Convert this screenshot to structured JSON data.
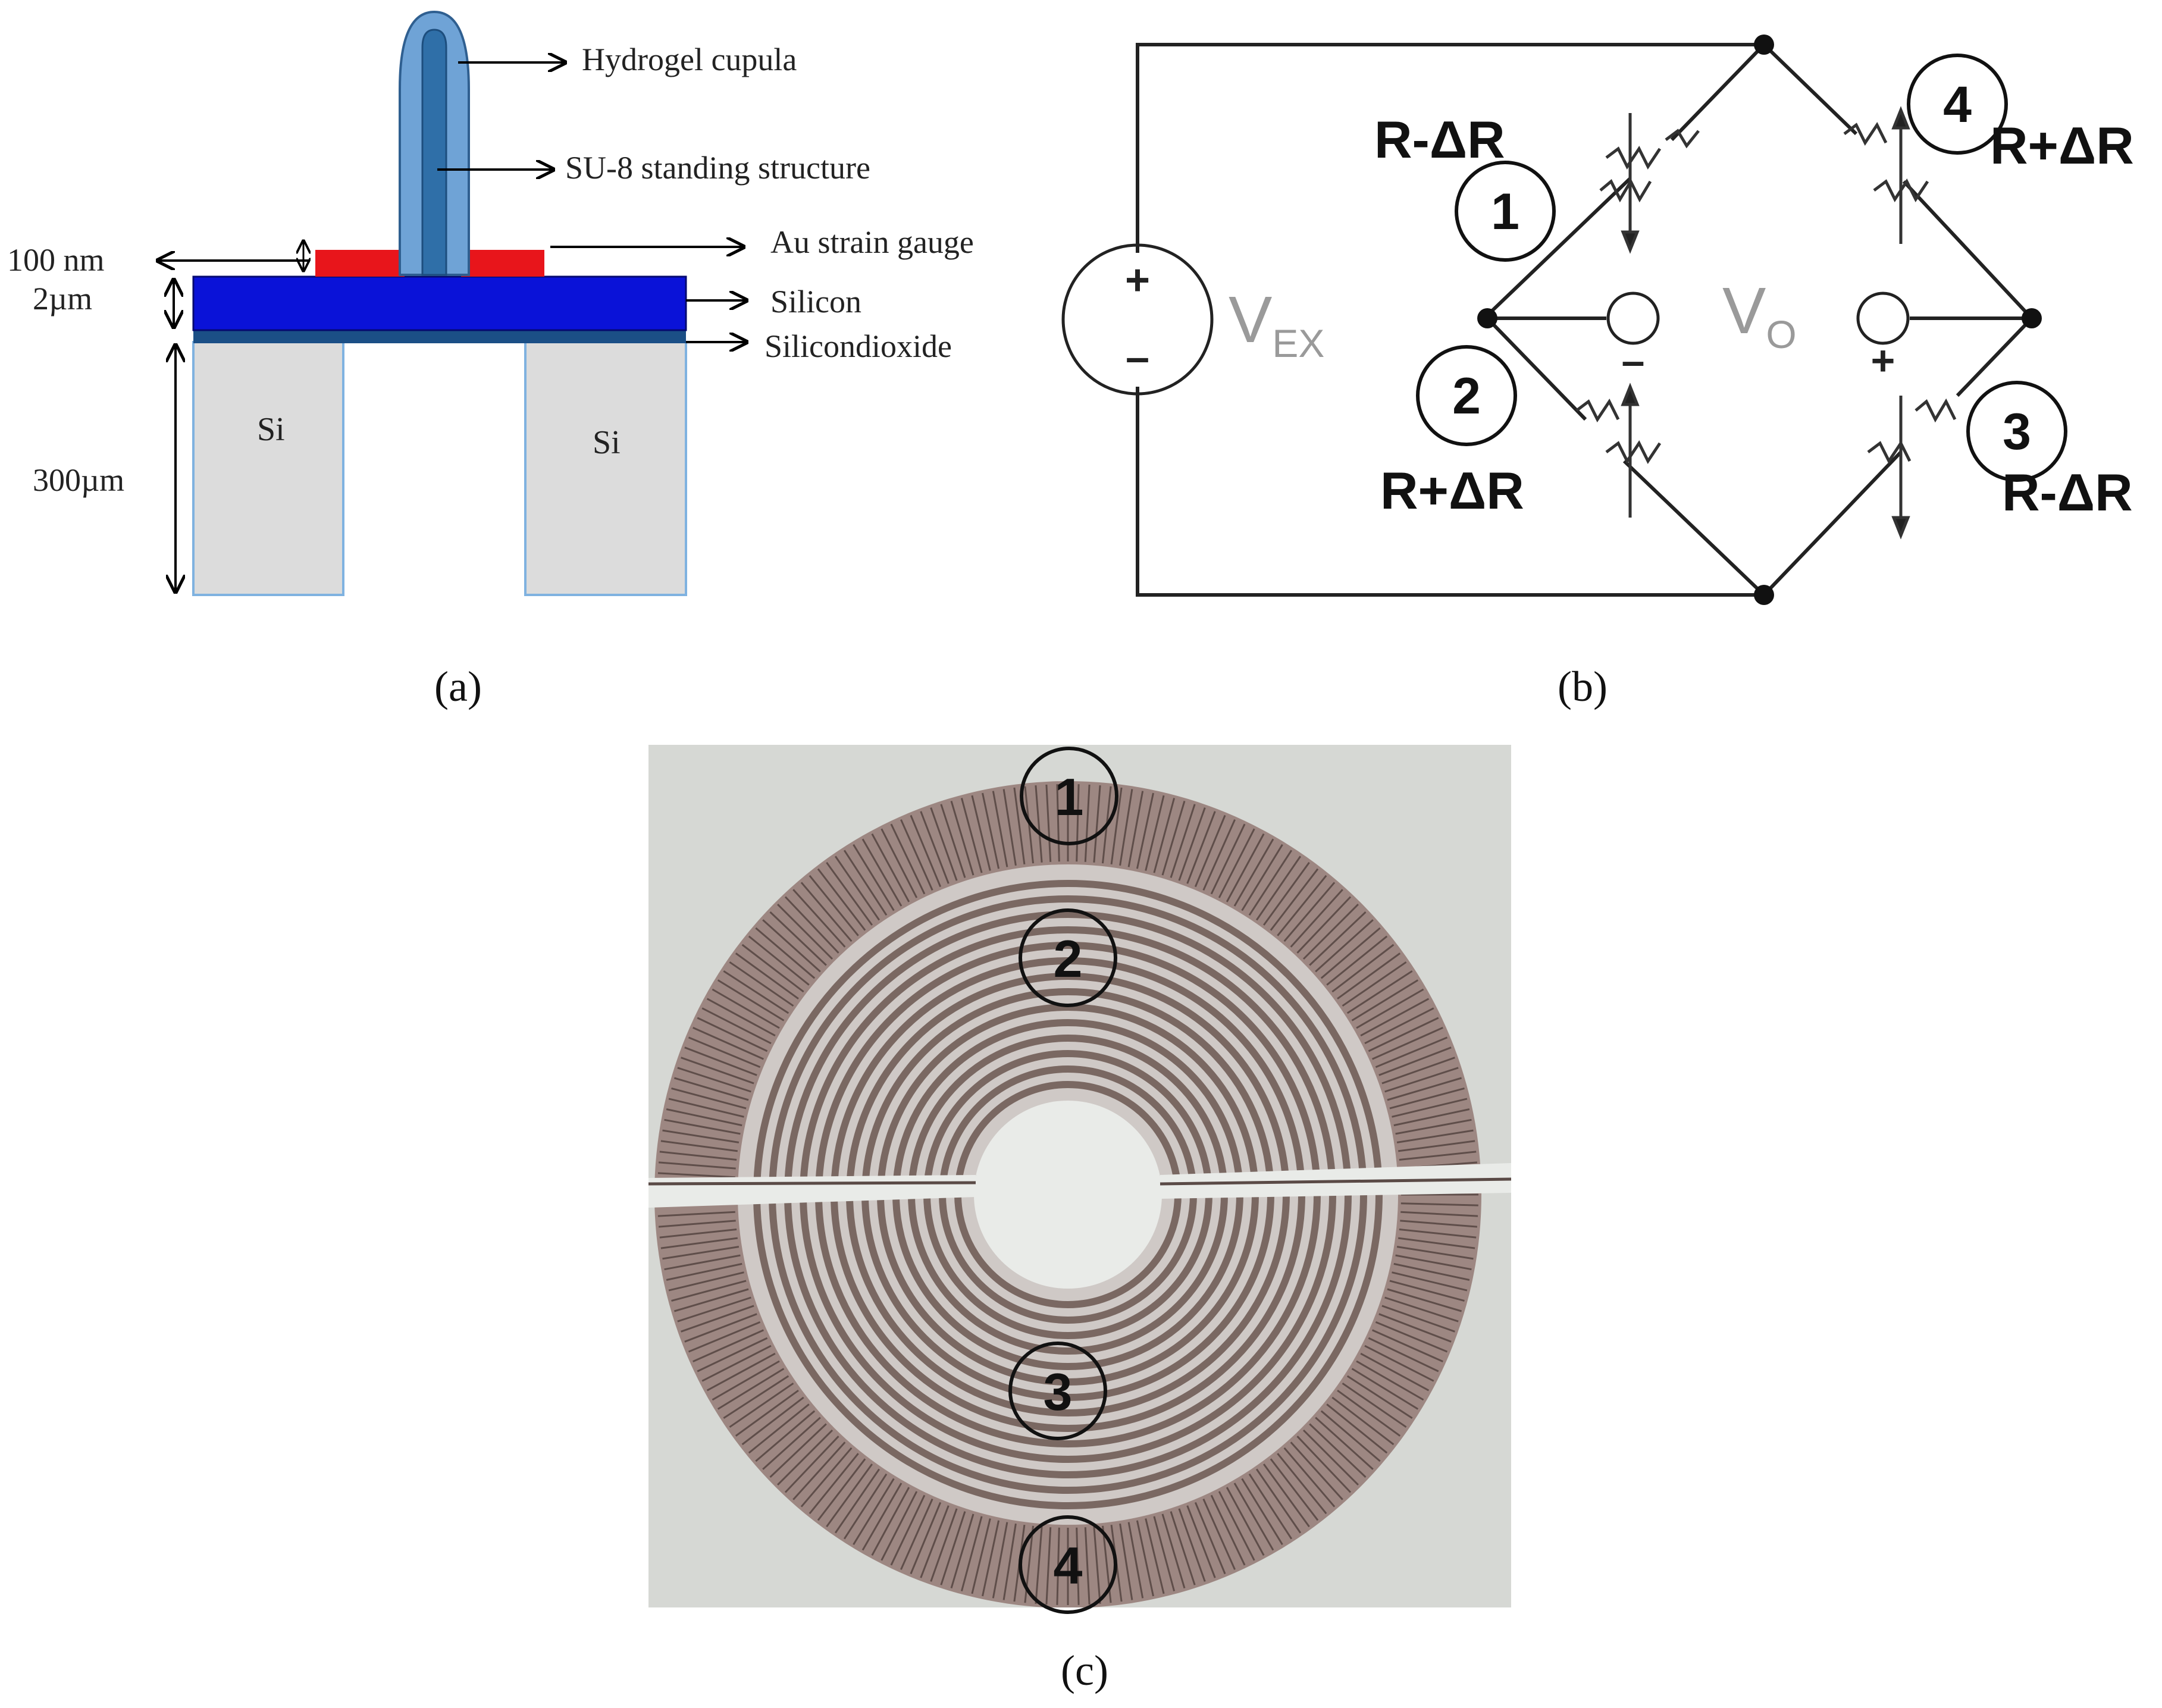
{
  "panel_a": {
    "caption": "(a)",
    "labels": {
      "hydrogel": "Hydrogel cupula",
      "su8": "SU-8 standing structure",
      "au": "Au strain gauge",
      "silicon": "Silicon",
      "sio2": "Silicondioxide",
      "dim_100nm": "100 nm",
      "dim_2um": "2µm",
      "dim_300um": "300µm",
      "si_left": "Si",
      "si_right": "Si"
    },
    "colors": {
      "hydrogel": "#6fa3d6",
      "su8": "#2f6fa8",
      "au": "#e8151b",
      "silicon": "#0a12d8",
      "sio2": "#1b4f86",
      "substrate": "#dcdcdc",
      "substrate_edge": "#7fb2e0"
    }
  },
  "panel_b": {
    "caption": "(b)",
    "source_label": "V",
    "source_sub": "EX",
    "source_plus": "+",
    "source_minus": "–",
    "output_label": "V",
    "output_sub": "O",
    "output_minus": "–",
    "output_plus": "+",
    "resistors": [
      {
        "num": "1",
        "label": "R-ΔR"
      },
      {
        "num": "2",
        "label": "R+ΔR"
      },
      {
        "num": "3",
        "label": "R-ΔR"
      },
      {
        "num": "4",
        "label": "R+ΔR"
      }
    ]
  },
  "panel_c": {
    "caption": "(c)",
    "markers": [
      "1",
      "2",
      "3",
      "4"
    ],
    "colors": {
      "background": "#d6d8d4",
      "trace": "#8a7872",
      "trace_dark": "#5a4a46",
      "gap": "#e9ebe8"
    }
  }
}
